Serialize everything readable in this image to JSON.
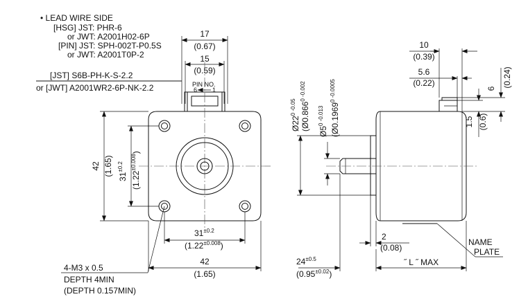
{
  "lead_wire": {
    "heading": "• LEAD WIRE SIDE",
    "hsg_jst": "[HSG] JST: PHR-6",
    "hsg_jwt": "or JWT: A2001H02-6P",
    "pin_jst": "[PIN] JST: SPH-002T-P0.5S",
    "pin_jwt": "or JWT: A2001T0P-2"
  },
  "connector": {
    "jst": "[JST] S6B-PH-K-S-2.2",
    "jwt": "or [JWT] A2001WR2-6P-NK-2.2",
    "pin_no": "PIN NO.",
    "pin_6": "6",
    "pin_1": "1"
  },
  "front_view": {
    "w17": "17",
    "w17_in": "(0.67)",
    "w15": "15",
    "w15_in": "(0.59)",
    "h42": "42",
    "h42_in": "(1.65)",
    "h31": "31",
    "h31_tol": "±0.2",
    "h31_in": "(1.22",
    "h31_in_tol": "±0.008",
    "h31_in_close": ")",
    "w31": "31",
    "w31_tol": "±0.2",
    "w31_in": "(1.22",
    "w31_in_tol": "±0.008",
    "w31_in_close": ")",
    "w42": "42",
    "w42_in": "(1.65)",
    "holes": "4-M3 x 0.5",
    "depth": "DEPTH 4MIN",
    "depth_in": "(DEPTH 0.157MIN)"
  },
  "side_view": {
    "d22": "Ø22",
    "d22_tol": "0 -0.05",
    "d22_in": "(Ø0.866",
    "d22_in_tol": "0 -0.002",
    "d5": "Ø5",
    "d5_tol": "0 -0.013",
    "d5_in": "(Ø0.1969",
    "d5_in_tol": "0 -0.0005",
    "w10": "10",
    "w10_in": "(0.39)",
    "w56": "5.6",
    "w56_in": "(0.22)",
    "h6": "6",
    "h6_in": "(0.24)",
    "h15": "1.5",
    "h15_in": "(0.6)",
    "w2": "2",
    "w2_in": "(0.08)",
    "w24": "24",
    "w24_tol": "±0.5",
    "w24_in": "(0.95",
    "w24_in_tol": "±0.02",
    "w24_in_close": ")",
    "L": "˝ L ˝ MAX",
    "name": "NAME",
    "plate": "PLATE"
  }
}
